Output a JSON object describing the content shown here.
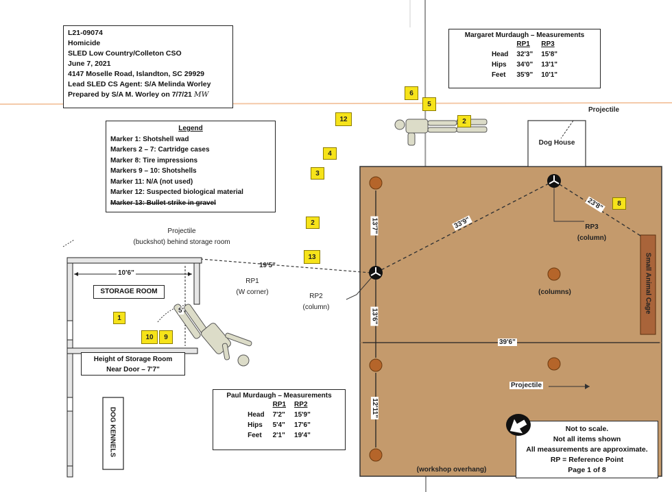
{
  "case_info": {
    "lines": [
      "L21-09074",
      "Homicide",
      "SLED Low Country/Colleton CSO",
      "June 7, 2021",
      "4147 Moselle Road, Islandton, SC 29929",
      "Lead SLED CS Agent: S/A Melinda Worley",
      "Prepared by S/A M. Worley on 7/7/21"
    ],
    "initials": "MW"
  },
  "legend": {
    "title": "Legend",
    "items": [
      "Marker 1:  Shotshell wad",
      "Markers 2 – 7:  Cartridge cases",
      "Marker 8:  Tire impressions",
      "Markers 9 – 10:  Shotshells",
      "Marker 11:  N/A (not used)",
      "Marker 12:  Suspected biological material",
      "Marker 13:  Bullet strike in gravel"
    ]
  },
  "margaret_measurements": {
    "title": "Margaret Murdaugh – Measurements",
    "columns": [
      "",
      "RP1",
      "RP3"
    ],
    "rows": [
      [
        "Head",
        "32'3\"",
        "15'8\""
      ],
      [
        "Hips",
        "34'0\"",
        "13'1\""
      ],
      [
        "Feet",
        "35'9\"",
        "10'1\""
      ]
    ]
  },
  "paul_measurements": {
    "title": "Paul Murdaugh – Measurements",
    "columns": [
      "",
      "RP1",
      "RP2"
    ],
    "rows": [
      [
        "Head",
        "7'2\"",
        "15'9\""
      ],
      [
        "Hips",
        "5'4\"",
        "17'6\""
      ],
      [
        "Feet",
        "2'1\"",
        "19'4\""
      ]
    ]
  },
  "notes": {
    "lines": [
      "Not to scale.",
      "Not all items shown",
      "All measurements are approximate.",
      "RP = Reference Point",
      "Page 1 of 8"
    ]
  },
  "markers": [
    "1",
    "2",
    "2",
    "3",
    "4",
    "5",
    "6",
    "8",
    "9",
    "10",
    "12",
    "13"
  ],
  "labels": {
    "projectile_top": "Projectile",
    "dog_house": "Dog House",
    "projectile_storage": "Projectile",
    "projectile_storage_2": "(buckshot) behind storage room",
    "storage_room": "STORAGE ROOM",
    "storage_width": "10'6\"",
    "storage_door": "5'",
    "storage_height": "Height of Storage Room",
    "storage_height_2": "Near Door – 7'7\"",
    "dog_kennels": "DOG KENNELS",
    "rp1": "RP1",
    "rp1_sub": "(W corner)",
    "rp2": "RP2",
    "rp2_sub": "(column)",
    "rp3": "RP3",
    "rp3_sub": "(column)",
    "columns": "(columns)",
    "small_animal_cage": "Small Animal Cage",
    "projectile_shed": "Projectile",
    "workshop": "(workshop overhang)",
    "dist_rp1_rp2": "19'5\"",
    "dist_rp2_rp3": "33'9\"",
    "dist_rp3_8": "23'8\"",
    "dist_top": "13'7\"",
    "dist_mid": "13'6\"",
    "dist_bottom": "12'11\"",
    "shed_width": "39'6\""
  },
  "colors": {
    "shed_fill": "#c49a6c",
    "marker_fill": "#f6e31a",
    "column_fill": "#b5652a",
    "cage_fill": "#a9643a"
  }
}
